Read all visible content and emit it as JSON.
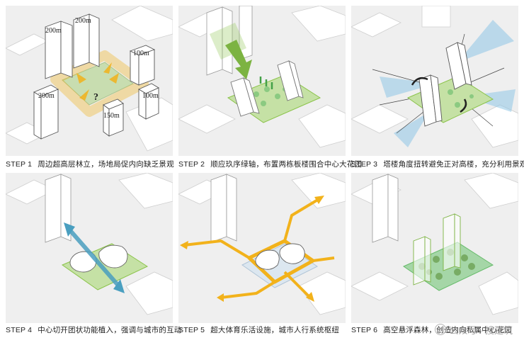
{
  "panels": [
    {
      "step": "STEP 1",
      "caption": "周边超高层林立，场地局促内向缺乏景观",
      "labels": [
        "200m",
        "200m",
        "100m",
        "200m",
        "100m",
        "150m",
        "?"
      ]
    },
    {
      "step": "STEP 2",
      "caption": "顺应玖序绿轴，布置两栋板楼围合中心大花园"
    },
    {
      "step": "STEP 3",
      "caption": "塔楼角度扭转避免正对高楼，充分利用景观资源"
    },
    {
      "step": "STEP 4",
      "caption": "中心切开团状功能植入，强调与城市的互动"
    },
    {
      "step": "STEP 5",
      "caption": "超大体育乐活设施，城市人行系统枢纽"
    },
    {
      "step": "STEP 6",
      "caption": "高空悬浮森林，创造内向私属中心花园"
    }
  ],
  "watermark": "公众号 · 搜建筑",
  "colors": {
    "green": "#7cb342",
    "yellow": "#f2b21b",
    "teal": "#4a9fc0",
    "sky": "#8fc6e6"
  }
}
